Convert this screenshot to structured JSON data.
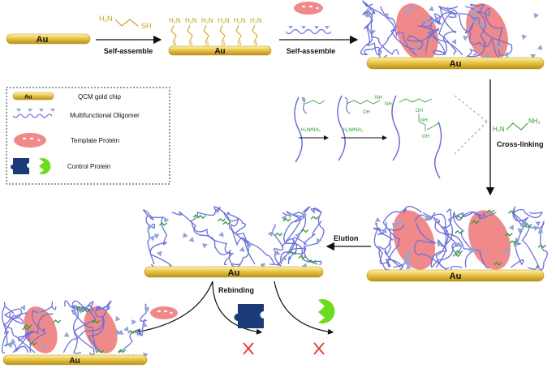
{
  "chip": {
    "label": "Au"
  },
  "steps": {
    "self_assemble_1": "Self-assemble",
    "self_assemble_2": "Self-assemble",
    "cross_linking": "Cross-linking",
    "elution": "Elution",
    "rebinding": "Rebinding"
  },
  "chemistry": {
    "cysteamine_h2n": "H₂N",
    "cysteamine_sh": "SH",
    "thiol_h2n": "H₂N",
    "thiol_s": "S",
    "ethylenediamine_h2n": "H₂N",
    "ethylenediamine_nh2": "NH₂",
    "diamine_inline": "H₂N⁄⁄NH₂",
    "oh": "OH",
    "nh": "NH",
    "nh2": "NH₂"
  },
  "legend": {
    "items": [
      {
        "label": "QCM gold chip"
      },
      {
        "label": "Multifunctional Oligomer"
      },
      {
        "label": "Template Protein"
      },
      {
        "label": "Control Protein"
      }
    ]
  },
  "colors": {
    "gold": "#e8c547",
    "gold_dark": "#b8901a",
    "oligomer": "#6b6fd8",
    "triangle": "#8fa6d8",
    "template": "#f08a8a",
    "control_dark": "#1a3a7a",
    "control_green": "#6ddc1e",
    "crosslink": "#2e9e2e",
    "reject": "#e53935"
  }
}
